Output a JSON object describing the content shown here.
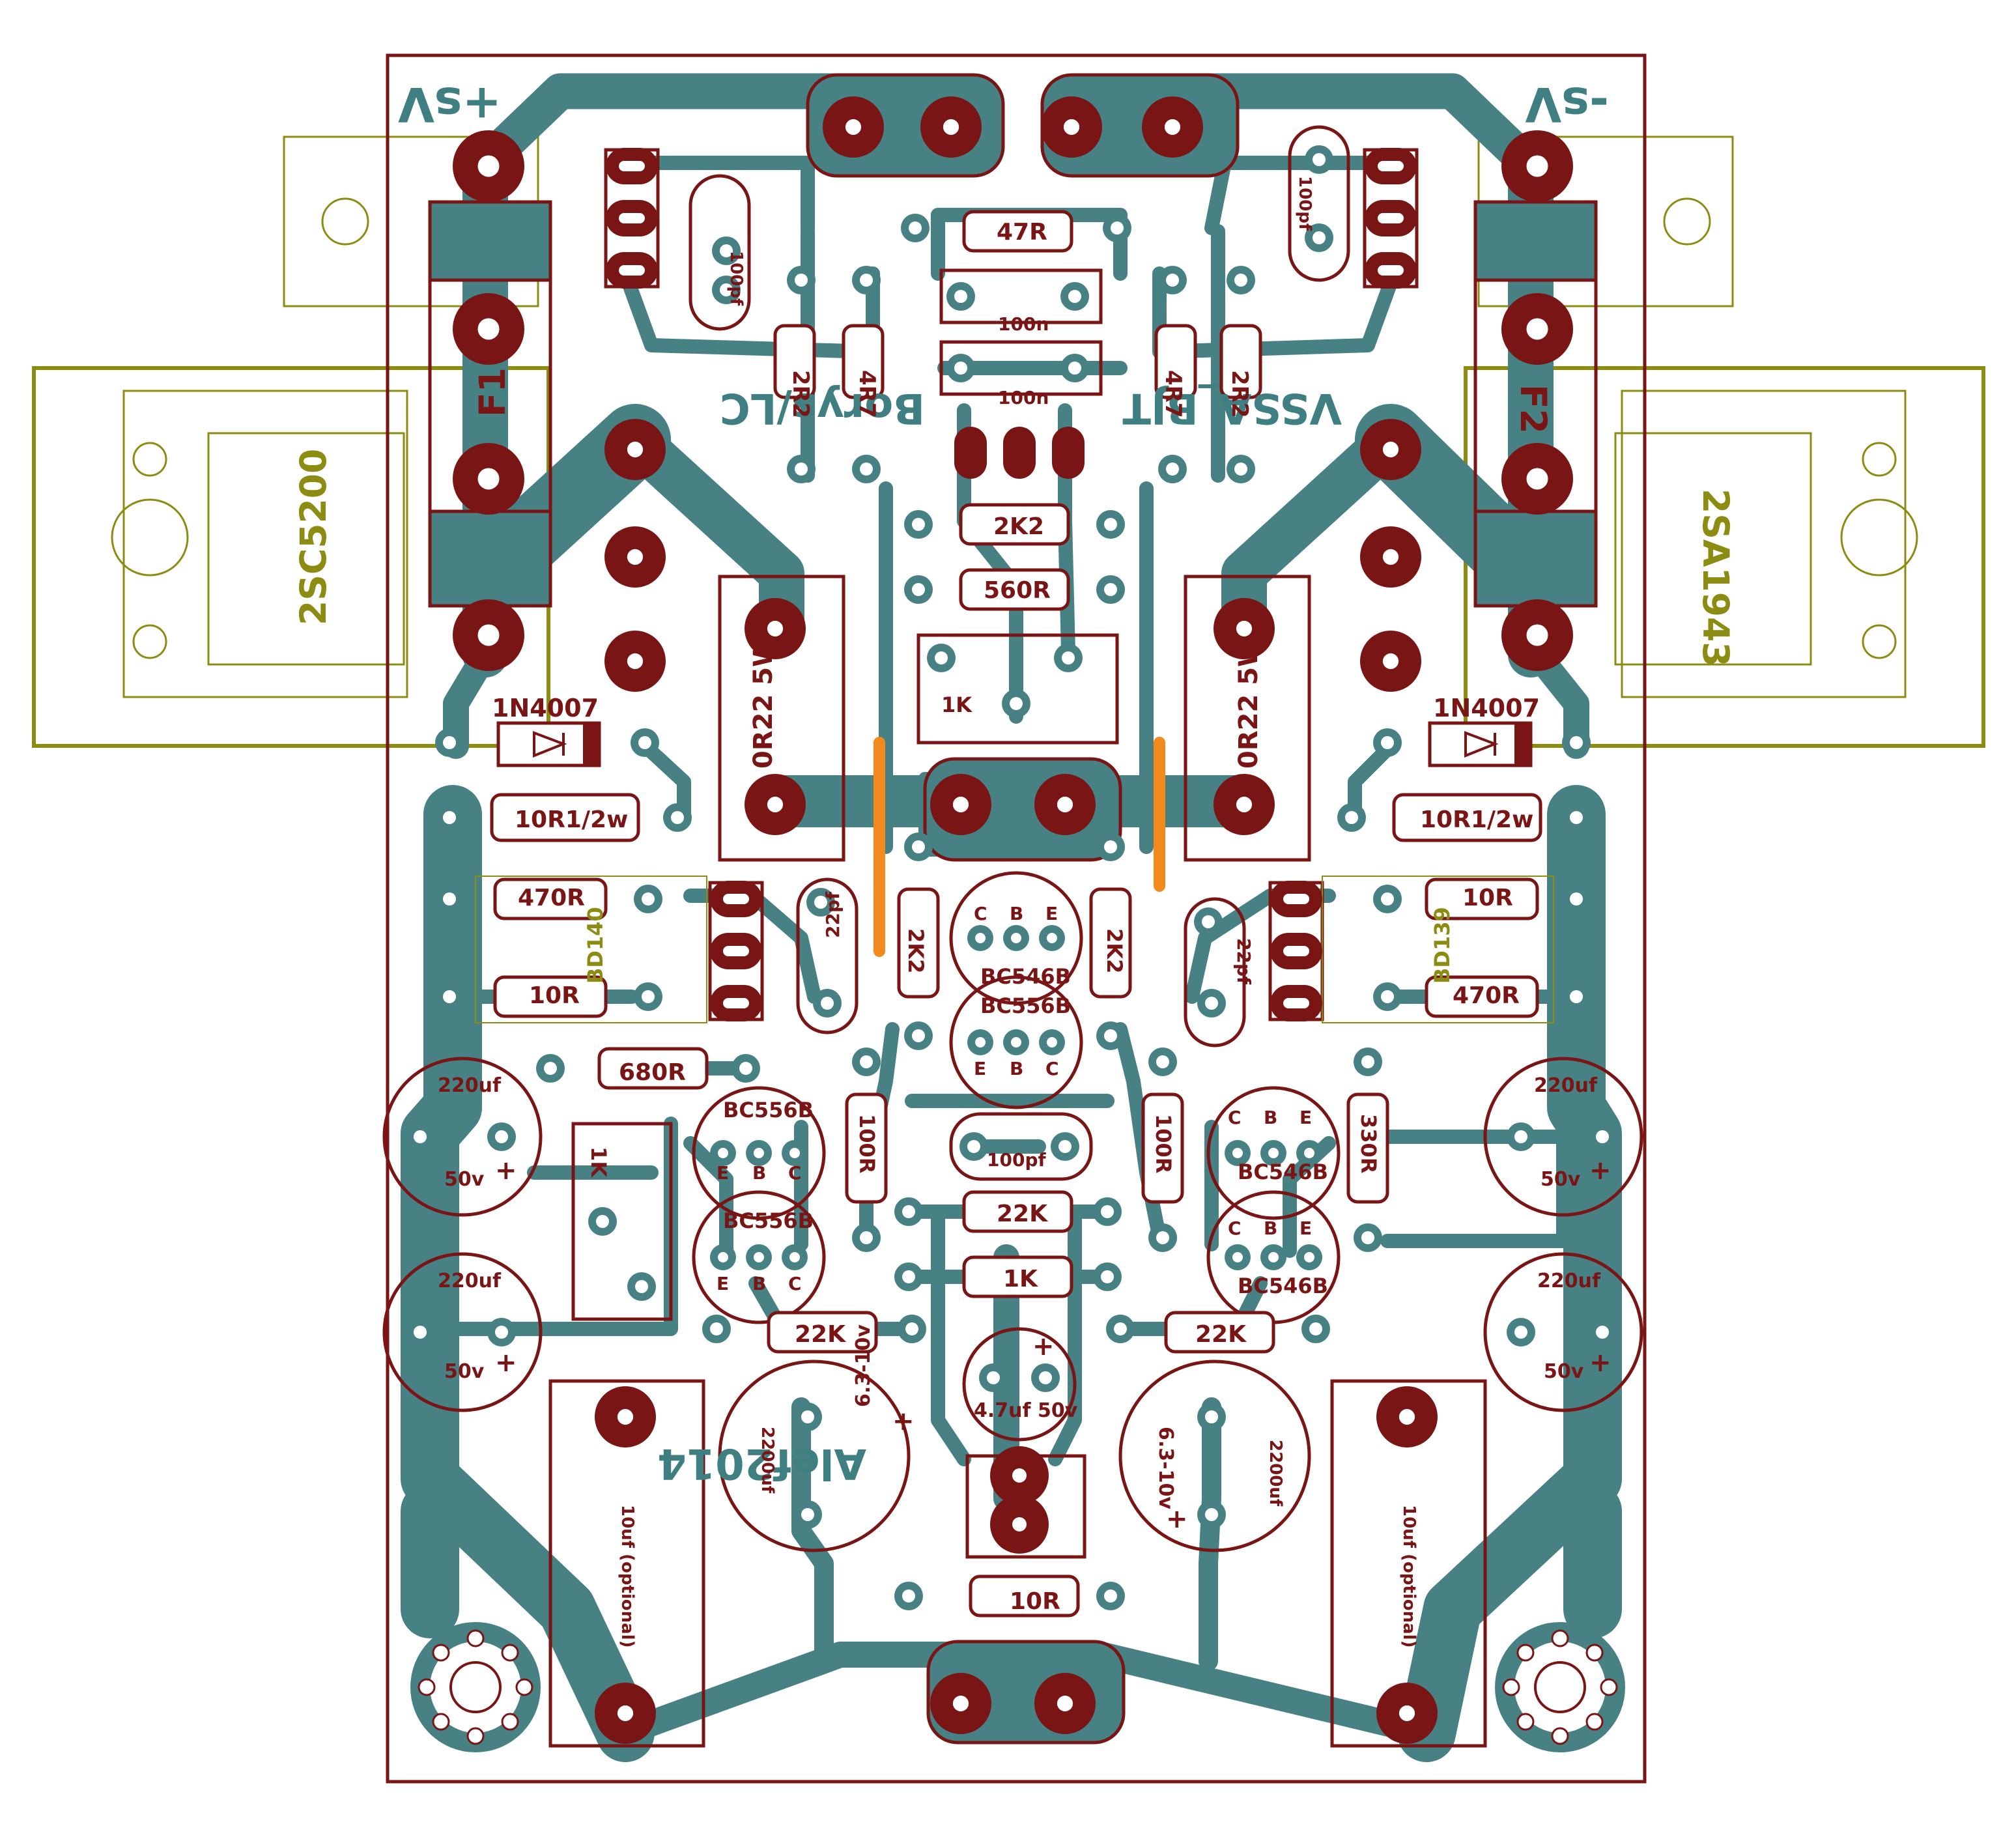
{
  "board": {
    "colors": {
      "copper": "#478184",
      "silk": "#7a1515",
      "pad": "#7a1515",
      "heatsink": "#8c8c12",
      "jumper": "#f28a1e",
      "background": "#ffffff"
    },
    "supply_labels": {
      "pos": "+sV",
      "neg": "-sV"
    },
    "power_transistors": {
      "left": "2SC5200",
      "right": "2SA1943"
    },
    "fuses": {
      "left": "F1",
      "right": "F2"
    },
    "diodes": {
      "left": "1N4007",
      "right": "1N4007"
    },
    "driver_transistors": {
      "left": "BD140",
      "right": "BD139"
    },
    "copper_text": {
      "left": "Borys/LC",
      "right": "VSSA_BJT",
      "bottom": "Alef2014"
    },
    "pin_letters": {
      "e": "E",
      "b": "B",
      "c": "C"
    },
    "polarity_plus": "+",
    "resistors": {
      "r47": "47R",
      "r2r2a": "2R2",
      "r4r7a": "4R7",
      "r4r7b": "4R7",
      "r2r2b": "2R2",
      "r2k2top": "2K2",
      "r560": "560R",
      "r0r22a": "0R22 5W",
      "r0r22b": "0R22 5W",
      "r10r1a": "10R1/2w",
      "r10r1b": "10R1/2w",
      "r470a": "470R",
      "r10a": "10R",
      "r10b": "10R",
      "r470b": "470R",
      "r2k2l": "2K2",
      "r2k2r": "2K2",
      "r680": "680R",
      "r100a": "100R",
      "r100b": "100R",
      "r330": "330R",
      "r22ka": "22K",
      "r1kfb": "1K",
      "r22kb": "22K",
      "r22kc": "22K",
      "r10bot": "10R"
    },
    "trimmers": {
      "bias": "1K",
      "dc": "1K"
    },
    "capacitors": {
      "c100pa": "100pf",
      "c100pb": "100pf",
      "c100na": "100n",
      "c100nb": "100n",
      "c22pa": "22pf",
      "c22pb": "22pf",
      "c100pc": "100pf",
      "c4u7": "4.7uf 50v",
      "c220": "220uf",
      "c50v": "50v",
      "c2200": "2200uf",
      "c63v": "6.3-10v",
      "c10u": "10uf (optional)"
    },
    "small_transistors": {
      "bc546": "BC546B",
      "bc556": "BC556B"
    }
  }
}
